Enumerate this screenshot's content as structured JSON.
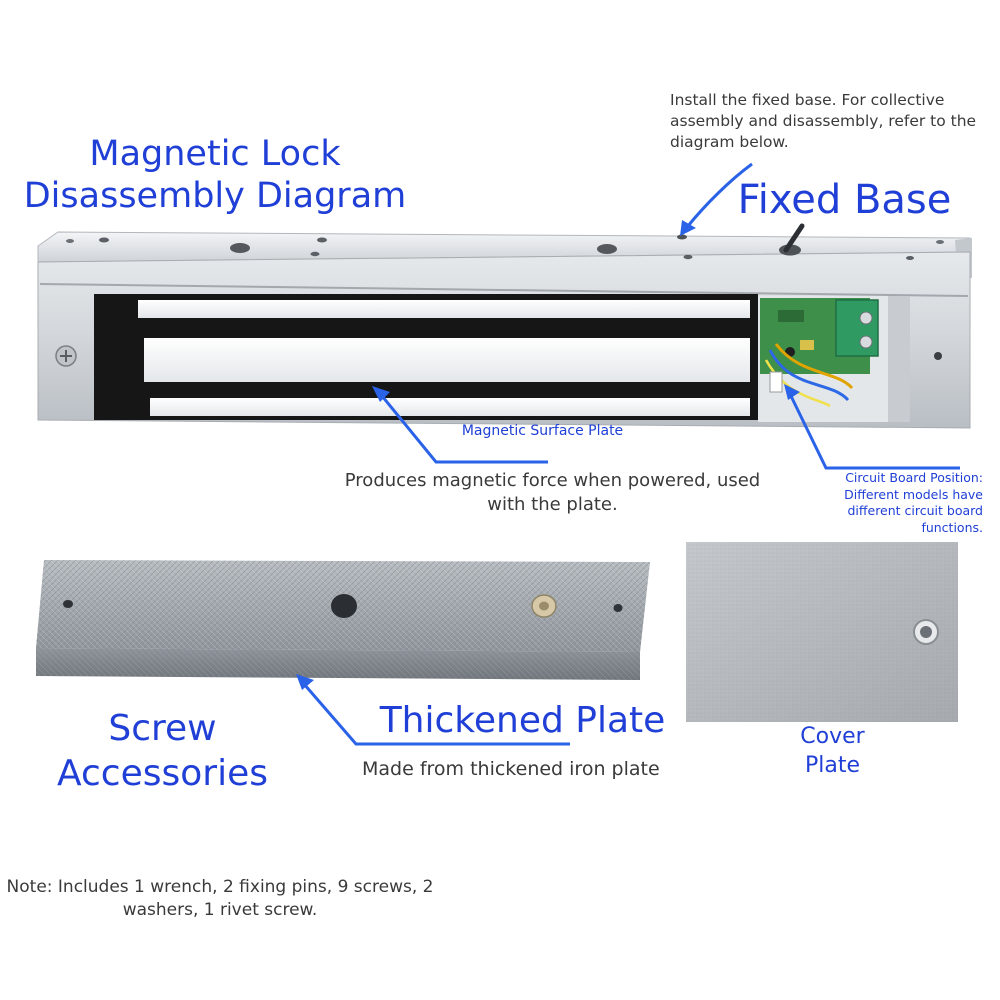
{
  "title_line1": "Magnetic Lock",
  "title_line2": "Disassembly Diagram",
  "fixed_base_label": "Fixed Base",
  "install_note": "Install the fixed base. For collective assembly and disassembly, refer to the diagram below.",
  "magnetic_surface_label": "Magnetic Surface Plate",
  "magnetic_desc": "Produces magnetic force when powered, used with the plate.",
  "circuit_board_note": "Circuit Board Position: Different models have different circuit board functions.",
  "screw_accessories_label": "Screw Accessories",
  "thickened_plate_label": "Thickened Plate",
  "thickened_plate_desc": "Made from thickened iron plate",
  "cover_plate_label": "Cover Plate",
  "accessories_note": "Note: Includes 1 wrench, 2 fixing pins, 9 screws, 2 washers, 1 rivet screw.",
  "colors": {
    "label_blue": "#1f3fd6",
    "arrow_blue": "#2a62e8",
    "body_text": "#3a3a3a",
    "aluminum": "#d9dde1",
    "magnet_core": "#161616",
    "circuit_board": "#3e8f4a",
    "terminal_block": "#2f9a62",
    "iron_plate": "#9ea3a9",
    "cover_plate": "#b2b6ba"
  }
}
